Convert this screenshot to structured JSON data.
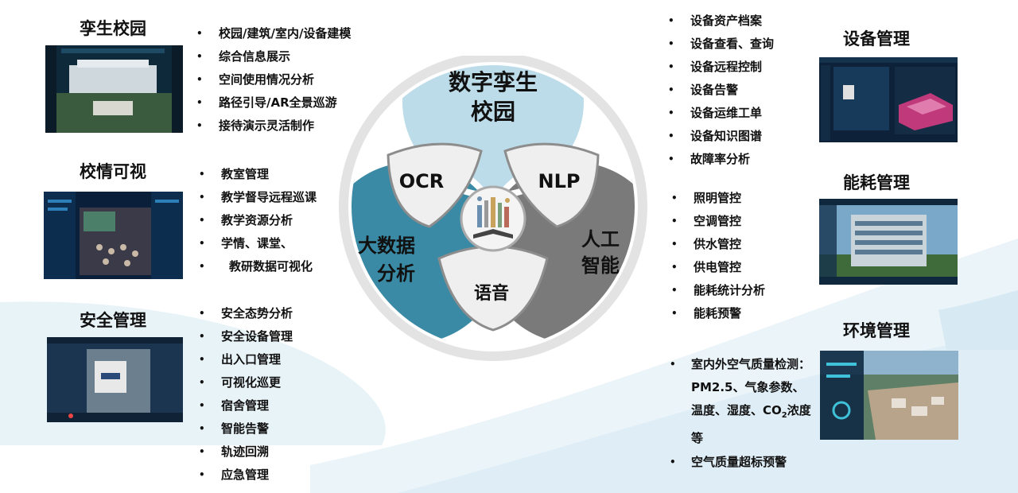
{
  "center": {
    "top_line1": "数字孪生",
    "top_line2": "校园",
    "left_line1": "大数据",
    "left_line2": "分析",
    "right_line1": "人工",
    "right_line2": "智能",
    "ocr": "OCR",
    "nlp": "NLP",
    "voice": "语音"
  },
  "twin": {
    "title": "孪生校园",
    "items": [
      "校园/建筑/室内/设备建模",
      "综合信息展示",
      "空间使用情况分析",
      "路径引导/AR全景巡游",
      "接待演示灵活制作"
    ]
  },
  "campus": {
    "title": "校情可视",
    "items": [
      "教室管理",
      "教学督导远程巡课",
      "教学资源分析",
      "学情、课堂、",
      "教研数据可视化"
    ]
  },
  "safety": {
    "title": "安全管理",
    "items": [
      "安全态势分析",
      "安全设备管理",
      "出入口管理",
      "可视化巡更",
      "宿舍管理",
      "智能告警",
      "轨迹回溯",
      "应急管理"
    ]
  },
  "device": {
    "title": "设备管理",
    "items": [
      "设备资产档案",
      "设备查看、查询",
      "设备远程控制",
      "设备告警",
      "设备运维工单",
      "设备知识图谱",
      "故障率分析"
    ]
  },
  "energy": {
    "title": "能耗管理",
    "items": [
      "照明管控",
      "空调管控",
      "供水管控",
      "供电管控",
      "能耗统计分析",
      "能耗预警"
    ]
  },
  "environment": {
    "title": "环境管理",
    "item1_line1": "室内外空气质量检测：",
    "item1_line2": "PM2.5、气象参数、",
    "item1_line3a": "温度、湿度、CO",
    "item1_sub": "2",
    "item1_line3b": "浓度",
    "item1_line4": "等",
    "item2": "空气质量超标预警"
  },
  "colors": {
    "top_petal": "#bcdce9",
    "left_petal": "#3a8aa6",
    "right_petal": "#7a7a7a",
    "inner": "#efefef",
    "ring": "#e4e4e4"
  }
}
